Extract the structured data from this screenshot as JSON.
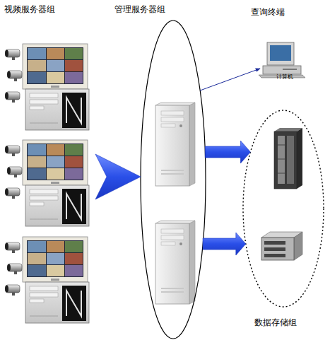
{
  "diagram": {
    "nodes": [
      {
        "text": [
          "视频服务器组"
        ]
      },
      {
        "text": [
          "管理服务器组"
        ]
      },
      {
        "text": [
          "查询终端",
          "计算机"
        ]
      },
      {
        "text": [
          "数据存储组"
        ]
      }
    ],
    "edges": [
      {
        "from": 0,
        "to": 1,
        "arrow": "to"
      },
      {
        "from": 1,
        "to": 2,
        "arrow": "to"
      },
      {
        "from": 1,
        "to": 3,
        "arrow": "to"
      },
      {
        "from": 1,
        "to": 3,
        "arrow": "to"
      }
    ]
  }
}
